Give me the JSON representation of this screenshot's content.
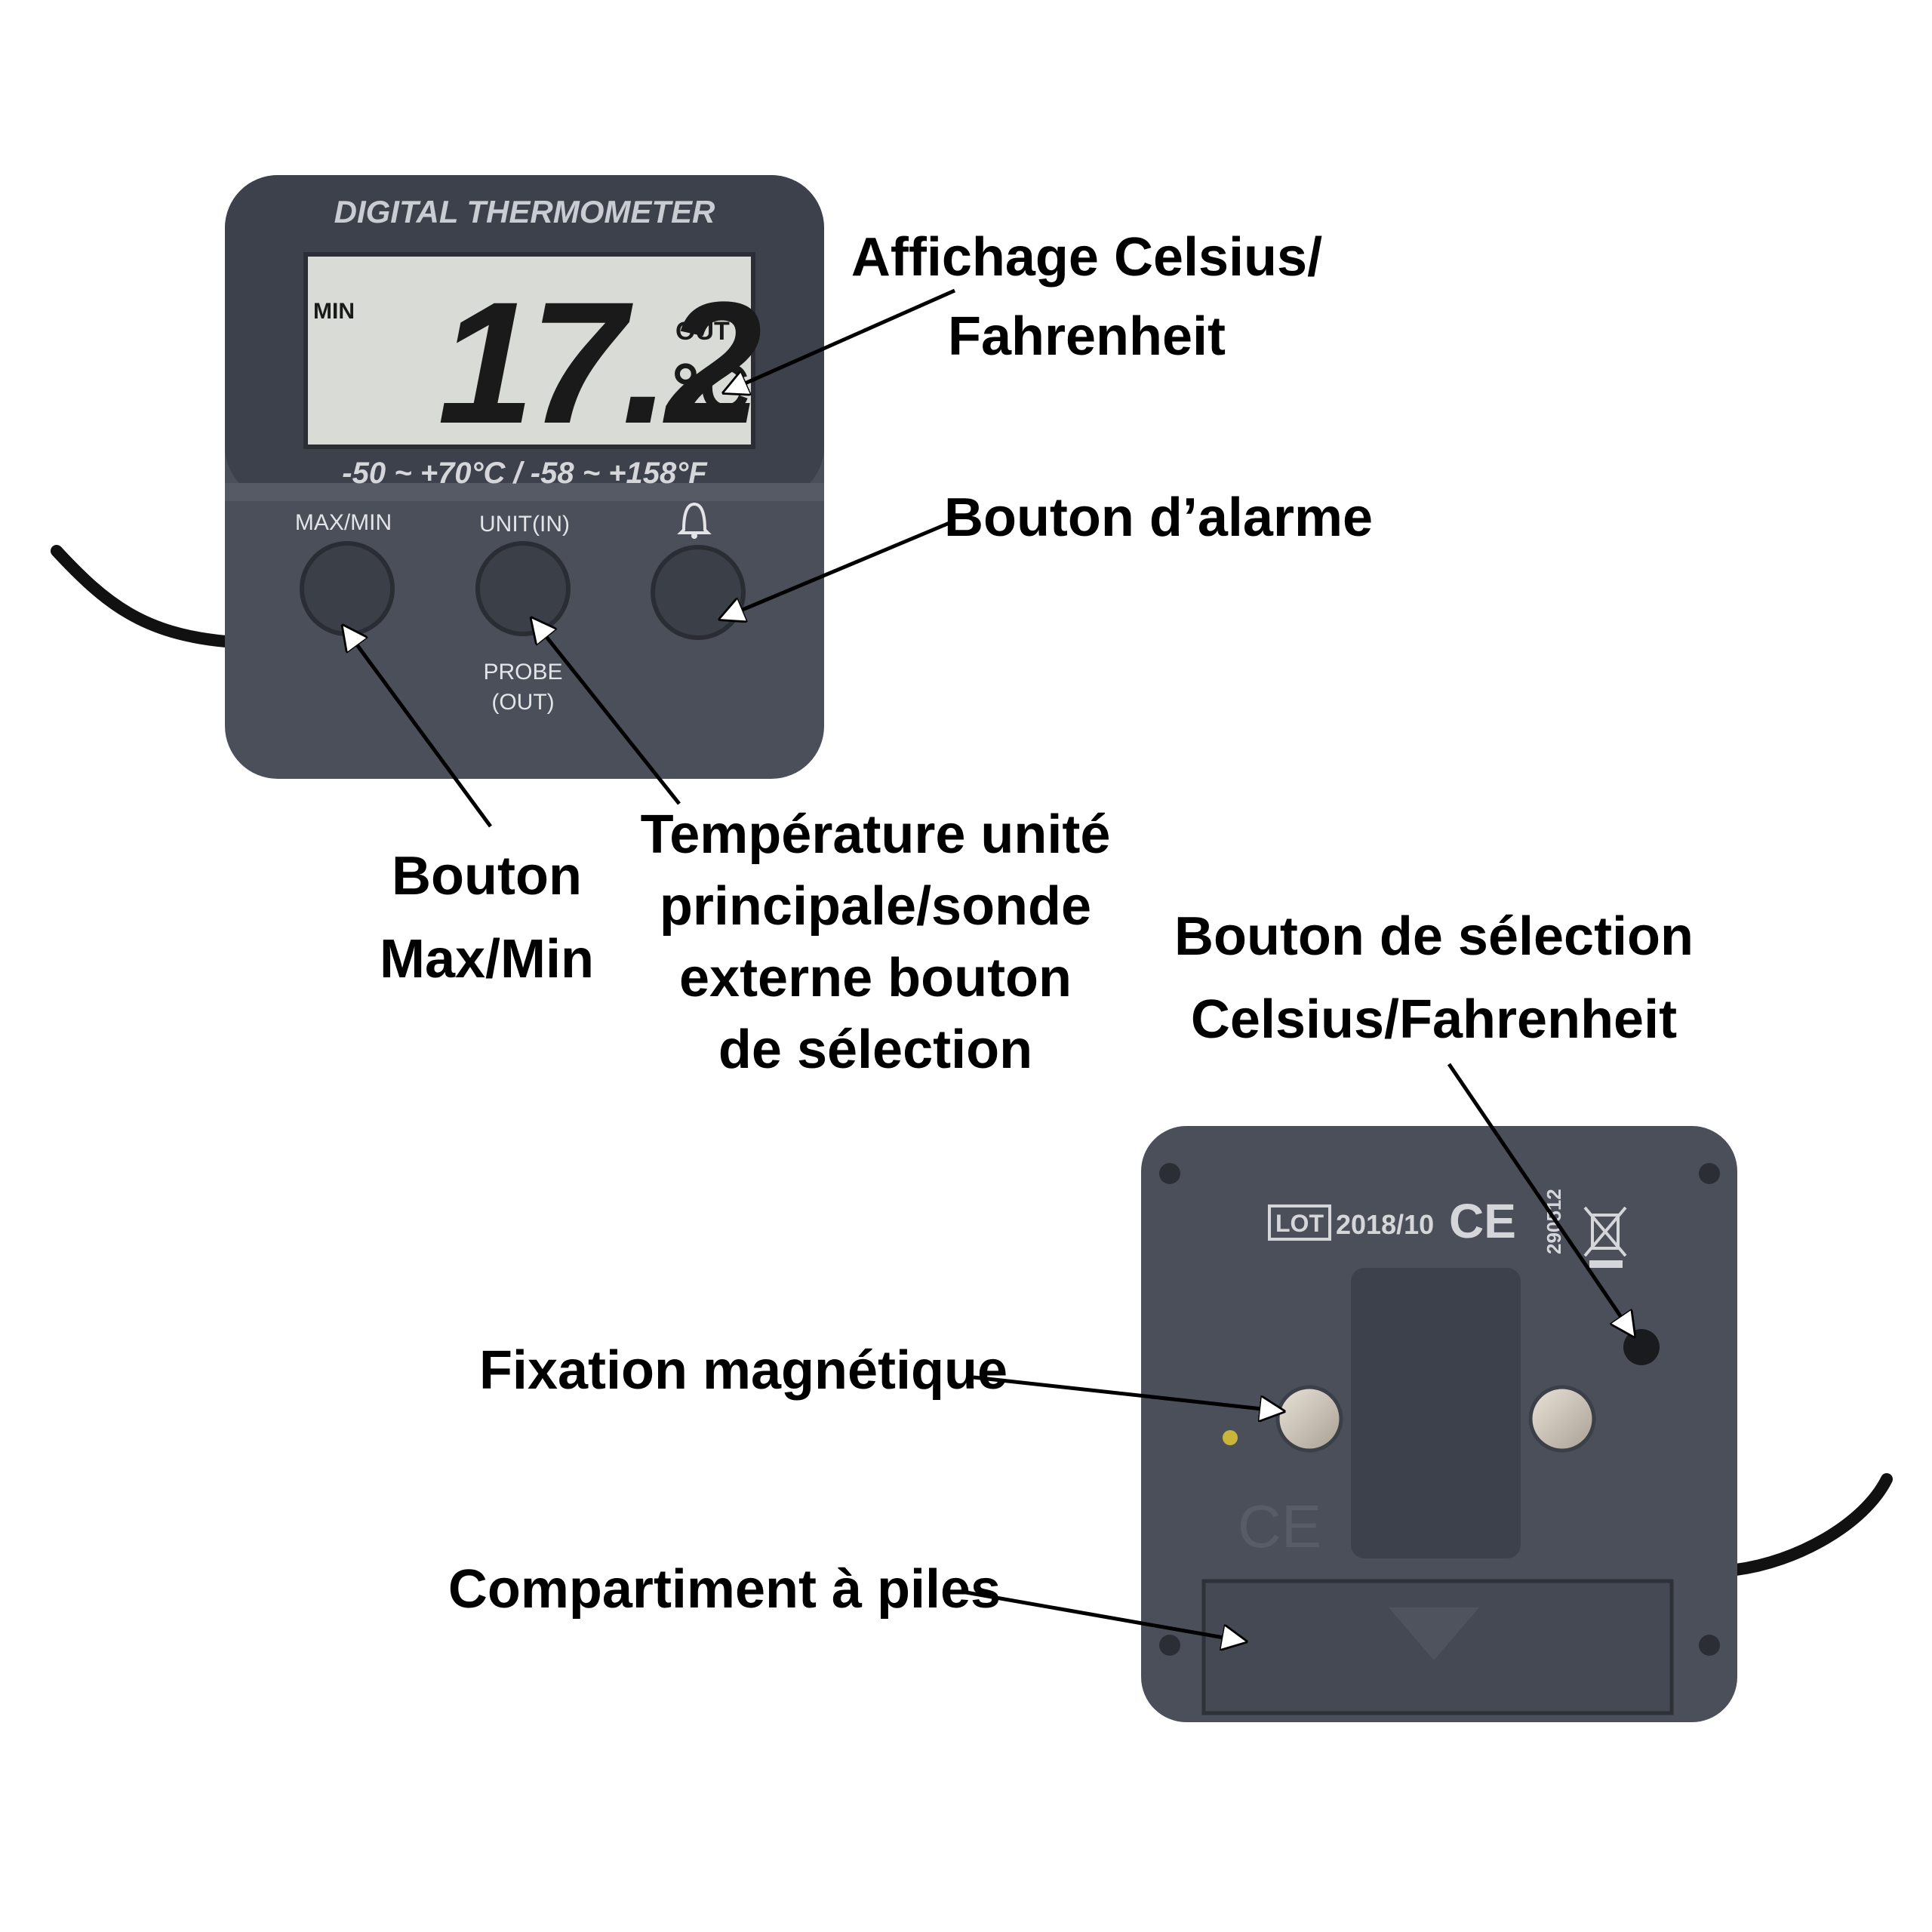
{
  "colors": {
    "device_body": "#4a4f5a",
    "device_dark": "#3b3f48",
    "lcd_bg": "#d9dcd6",
    "lcd_digits": "#1a1a1a",
    "magnet": "#cfc6b8",
    "cable": "#111111",
    "arrow": "#000000",
    "label": "#000000"
  },
  "front": {
    "brand": "DIGITAL THERMOMETER",
    "display": {
      "mode": "MIN",
      "value": "17.2",
      "channel": "OUT",
      "unit_symbol": "°C"
    },
    "range": "-50 ~ +70°C / -58 ~ +158°F",
    "buttons": [
      {
        "label": "MAX/MIN",
        "icon": ""
      },
      {
        "label": "UNIT(IN)",
        "icon": ""
      },
      {
        "label": "",
        "icon": "bell-icon"
      }
    ],
    "probe_label_line1": "PROBE",
    "probe_label_line2": "(OUT)"
  },
  "back": {
    "lot_tag": "LOT",
    "lot_date": "2018/10",
    "ce_mark": "CE",
    "code": "290512",
    "icons": [
      "ce-mark-icon",
      "weee-bin-icon",
      "screw-icon",
      "magnet-icon",
      "battery-cover-icon"
    ]
  },
  "labels": {
    "display": {
      "line1": "Affichage Celsius/",
      "line2": "Fahrenheit"
    },
    "alarm": {
      "line1": "Bouton d’alarme"
    },
    "maxmin": {
      "line1": "Bouton",
      "line2": "Max/Min"
    },
    "unit_probe": {
      "line1": "Température unité",
      "line2": "principale/sonde",
      "line3": "externe bouton",
      "line4": "de sélection"
    },
    "cf_select": {
      "line1": "Bouton de sélection",
      "line2": "Celsius/Fahrenheit"
    },
    "magnet": {
      "line1": "Fixation magnétique"
    },
    "battery": {
      "line1": "Compartiment à piles"
    }
  }
}
